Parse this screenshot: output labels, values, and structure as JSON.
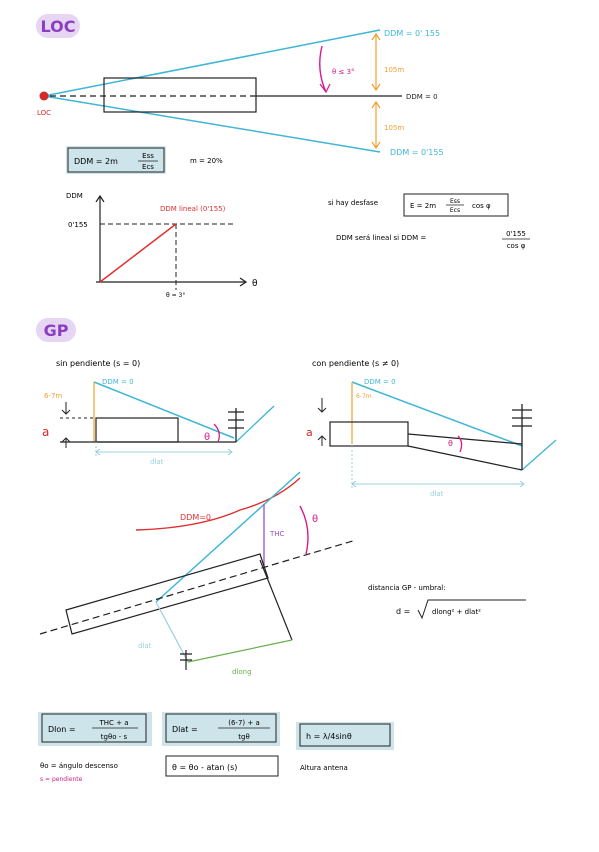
{
  "loc": {
    "title": "LOC",
    "ddm_top": "DDM = 0' 155",
    "ddm_bottom": "DDM = 0'155",
    "ddm_zero": "DDM = 0",
    "angle": "θ ≤ 3°",
    "dist_top": "105m",
    "dist_bottom": "105m",
    "point_label": "LOC",
    "formula_lhs": "DDM = 2m",
    "formula_num": "Ess",
    "formula_den": "Ecs",
    "m_value": "m = 20%",
    "graph": {
      "ylabel": "DDM",
      "xlabel": "θ",
      "ytick": "0'155",
      "xtick": "θ = 3°",
      "series_label": "DDM lineal (0'155)"
    },
    "note_line1": "si hay desfase",
    "note_formula": "E = 2m",
    "note_num": "Ess",
    "note_den": "Ecs",
    "note_cos": "cos φ",
    "note_line2": "DDM será lineal si DDM =",
    "note_frac_num": "0'155",
    "note_frac_den": "cos φ"
  },
  "gp": {
    "title": "GP",
    "left_title": "sin pendiente (s = 0)",
    "right_title": "con pendiente (s ≠ 0)",
    "ddm_zero": "DDM = 0",
    "height": "6-7m",
    "a": "a",
    "theta": "θ",
    "dlat": "dlat",
    "big_ddm": "DDM=0",
    "thc": "THC",
    "dlat2": "dlat",
    "dlong": "dlong",
    "dist_title": "distancia GP - umbral:",
    "dist_formula_lhs": "d =",
    "dist_formula_rad": "dlong² + dlat²"
  },
  "bottom": {
    "dlon_lhs": "Dlon =",
    "dlon_num": "THC + a",
    "dlon_den": "tgθo - s",
    "dlat_lhs": "Dlat =",
    "dlat_num": "(6-7) + a",
    "dlat_den": "tgθ",
    "h_formula": "h = λ/4sinθ",
    "theta0_def": "θo = ángulo descenso",
    "s_def": "s = pendiente",
    "theta_formula": "θ = θo - atan (s)",
    "antenna": "Altura antena"
  },
  "colors": {
    "cyan": "#3fb6d6",
    "magenta": "#d81b8a",
    "orange": "#f0a030",
    "red": "#e03030",
    "green": "#6ab04c",
    "title_bg": "#e7d6f3",
    "title_fg": "#8a3fbf",
    "highlight": "#cde4ea"
  }
}
